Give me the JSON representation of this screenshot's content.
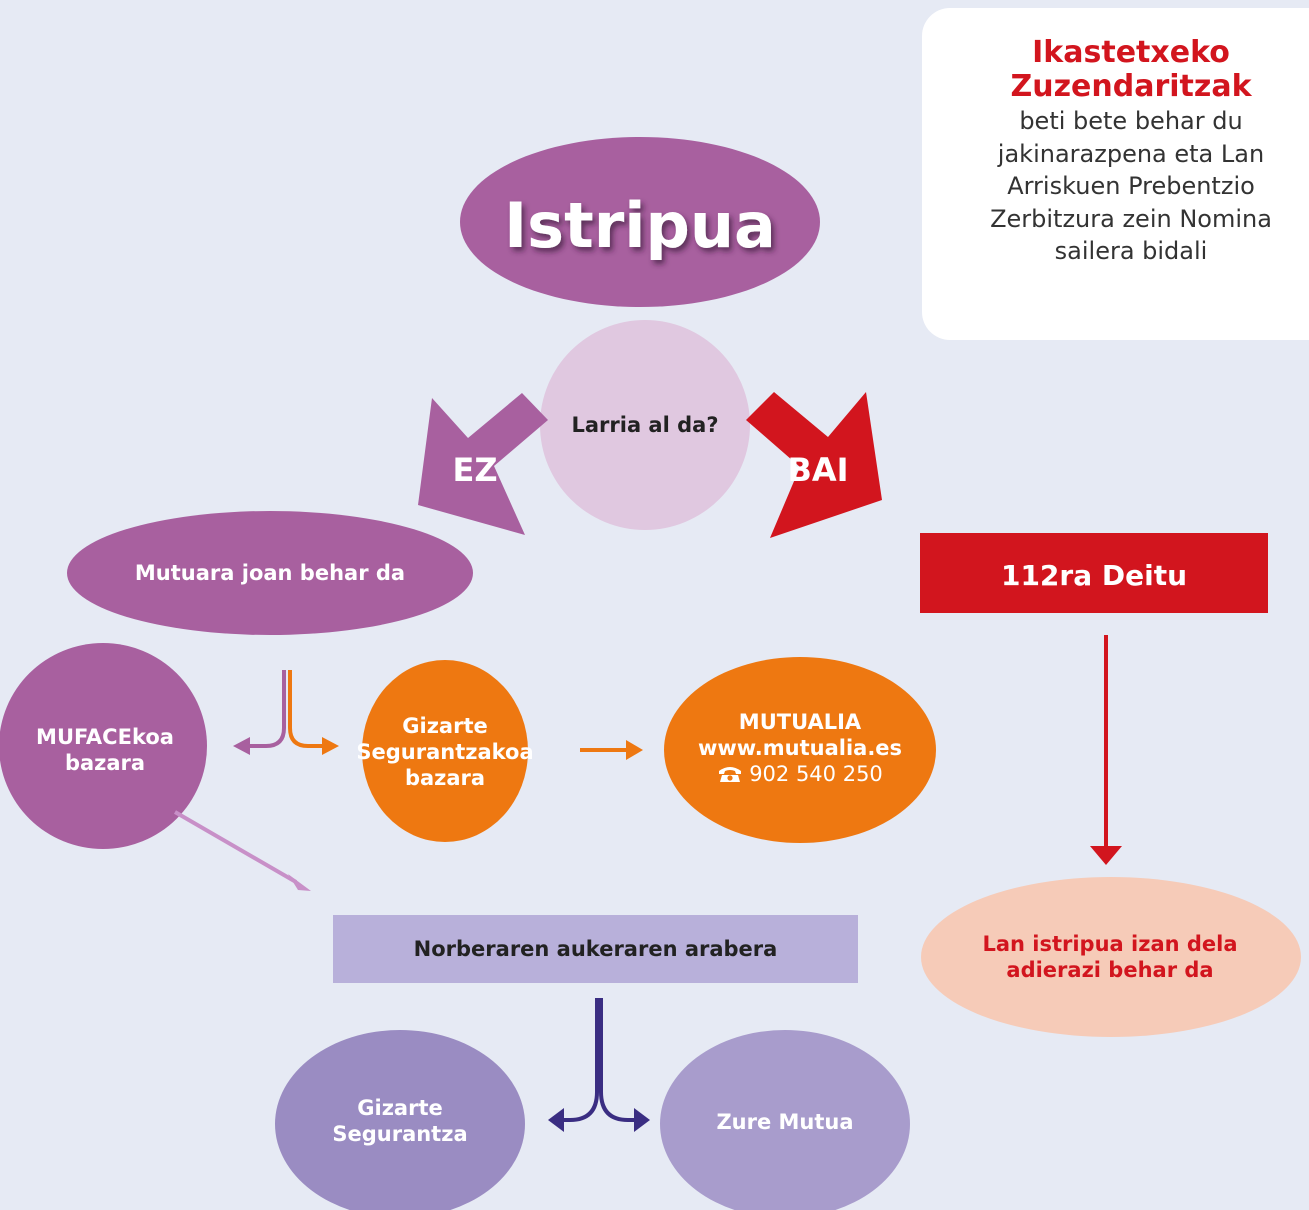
{
  "title": "Istripua",
  "question": "Larria al da?",
  "no_label": "EZ",
  "yes_label": "BAI",
  "mutua_node": "Mutuara joan behar da",
  "call_node": "112ra Deitu",
  "mufaces_node": "MUFACEkoa bazara",
  "social_security_node": "Gizarte Segurantzakoa bazara",
  "mutualia": {
    "name": "MUTUALIA",
    "url": "www.mutualia.es",
    "phone": "902 540 250",
    "phone_icon": "phone-icon"
  },
  "choice_node": "Norberaren aukeraren arabera",
  "gizarte_node": "Gizarte Segurantza",
  "zure_node": "Zure Mutua",
  "report_node": "Lan istripua izan dela adierazi behar da",
  "note": {
    "title": "Ikastetxeko Zuzendaritzak",
    "body": "beti bete behar du jakinarazpena eta Lan Arriskuen Prebentzio Zerbitzura zein Nomina sailera bidali"
  },
  "colors": {
    "background": "#e6eaf4",
    "purple": "#a8609f",
    "light_purple": "#e0c8e0",
    "orange": "#ee7811",
    "red": "#d2151e",
    "lavender": "#b8b0da",
    "violet": "#9a8cc2",
    "peach": "#f6cbb8",
    "navy": "#3a2d82"
  }
}
